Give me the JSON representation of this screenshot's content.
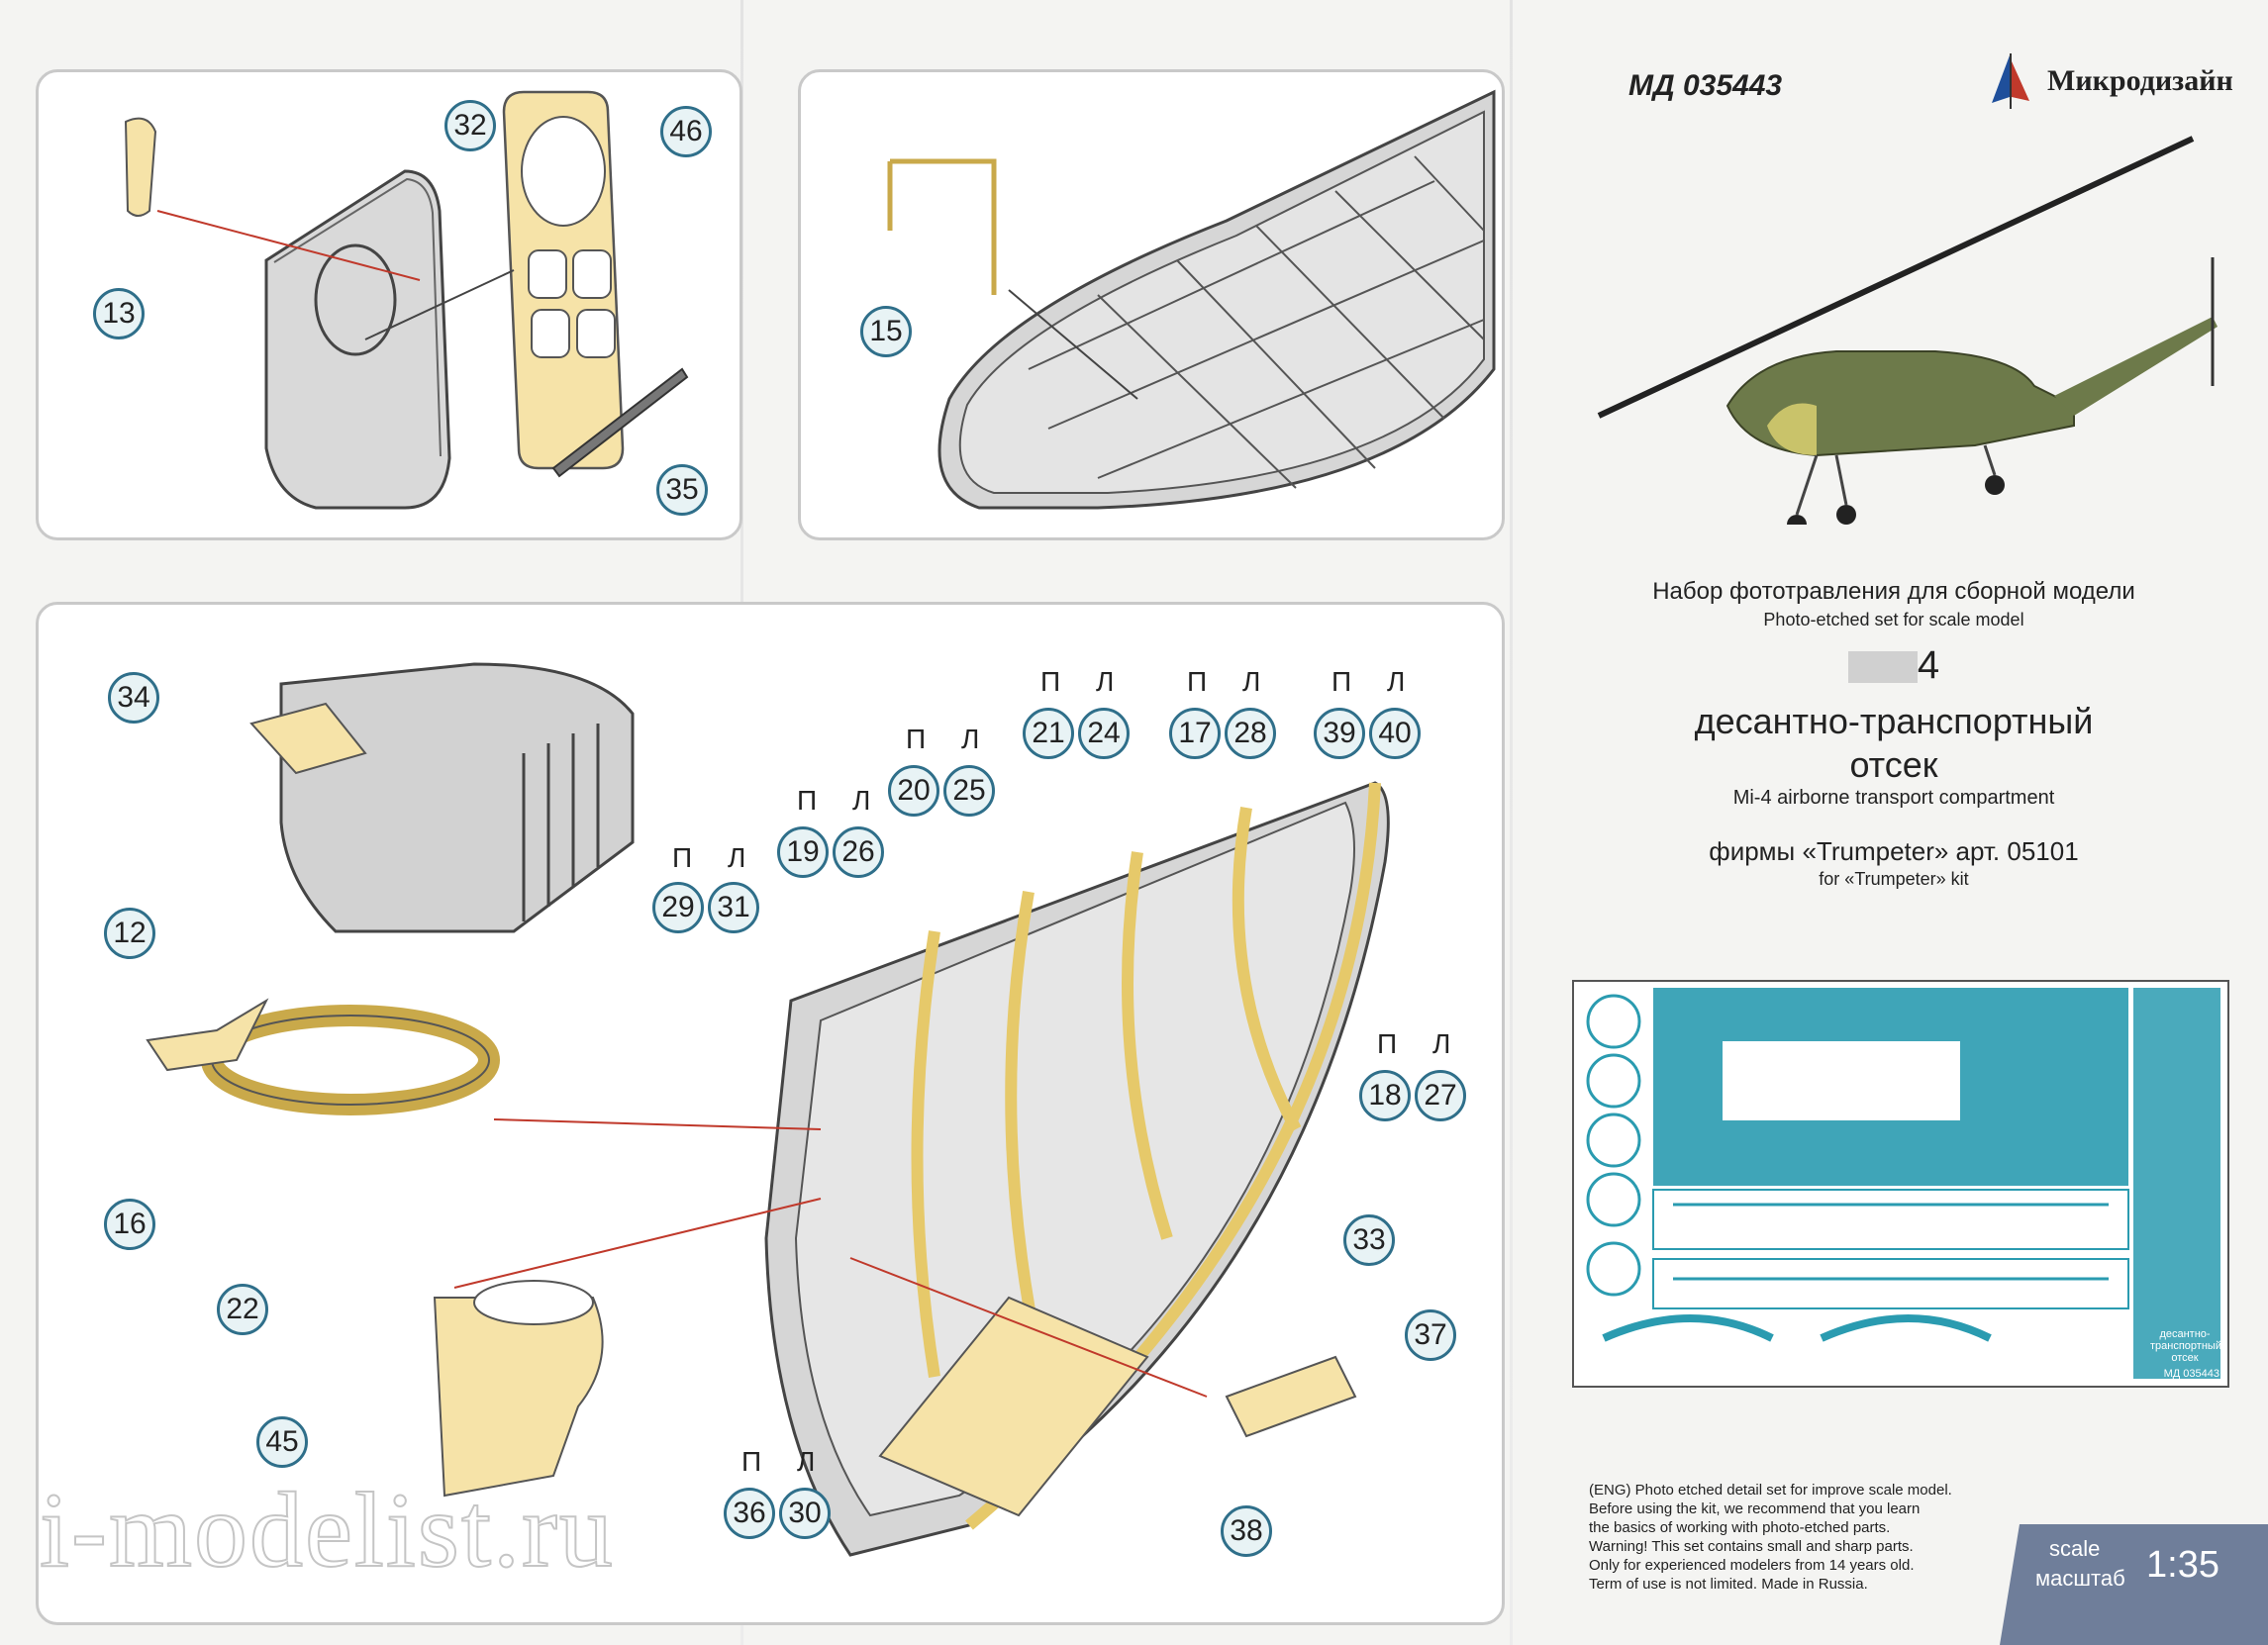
{
  "header": {
    "code": "МД 035443",
    "brand": "Микродизайн"
  },
  "title_block": {
    "ru_line": "Набор фототравления для сборной модели",
    "en_line": "Photo-etched set for scale model",
    "model_suffix": "4",
    "ru_title_1": "десантно-транспортный",
    "ru_title_2": "отсек",
    "en_title": "Mi-4 airborne transport compartment",
    "ru_kit": "фирмы «Trumpeter» арт. 05101",
    "en_kit": "for «Trumpeter» kit"
  },
  "fret_stamp": "МД 035443",
  "fret_label": "десантно-транспортный отсек",
  "warning": {
    "lines": [
      "(ENG) Photo etched detail set for improve scale model.",
      "Before using the kit, we recommend that you learn",
      "the basics of working with photo-etched parts.",
      "Warning! This set contains small and sharp parts.",
      "Only for experienced modelers from 14 years old.",
      "Term of use is not limited. Made in Russia."
    ]
  },
  "scale": {
    "en": "scale",
    "ru": "масштаб",
    "value": "1:35"
  },
  "watermark": "i-modelist.ru",
  "callouts": {
    "n13": "13",
    "n32": "32",
    "n46": "46",
    "n35": "35",
    "n15": "15",
    "n34": "34",
    "n12": "12",
    "n16": "16",
    "n22": "22",
    "n45": "45",
    "n29": "29",
    "n31": "31",
    "n19": "19",
    "n26": "26",
    "n20": "20",
    "n25": "25",
    "n21": "21",
    "n24": "24",
    "n17": "17",
    "n28": "28",
    "n39": "39",
    "n40": "40",
    "n18": "18",
    "n27": "27",
    "n33": "33",
    "n37": "37",
    "n36": "36",
    "n30": "30",
    "n38": "38"
  },
  "side": {
    "right": "П",
    "left": "Л"
  },
  "colors": {
    "part": "#f6e3a8",
    "callout_ring": "#2f6f8a",
    "fret": "#2a9bb0",
    "arrow": "#c0392b"
  }
}
